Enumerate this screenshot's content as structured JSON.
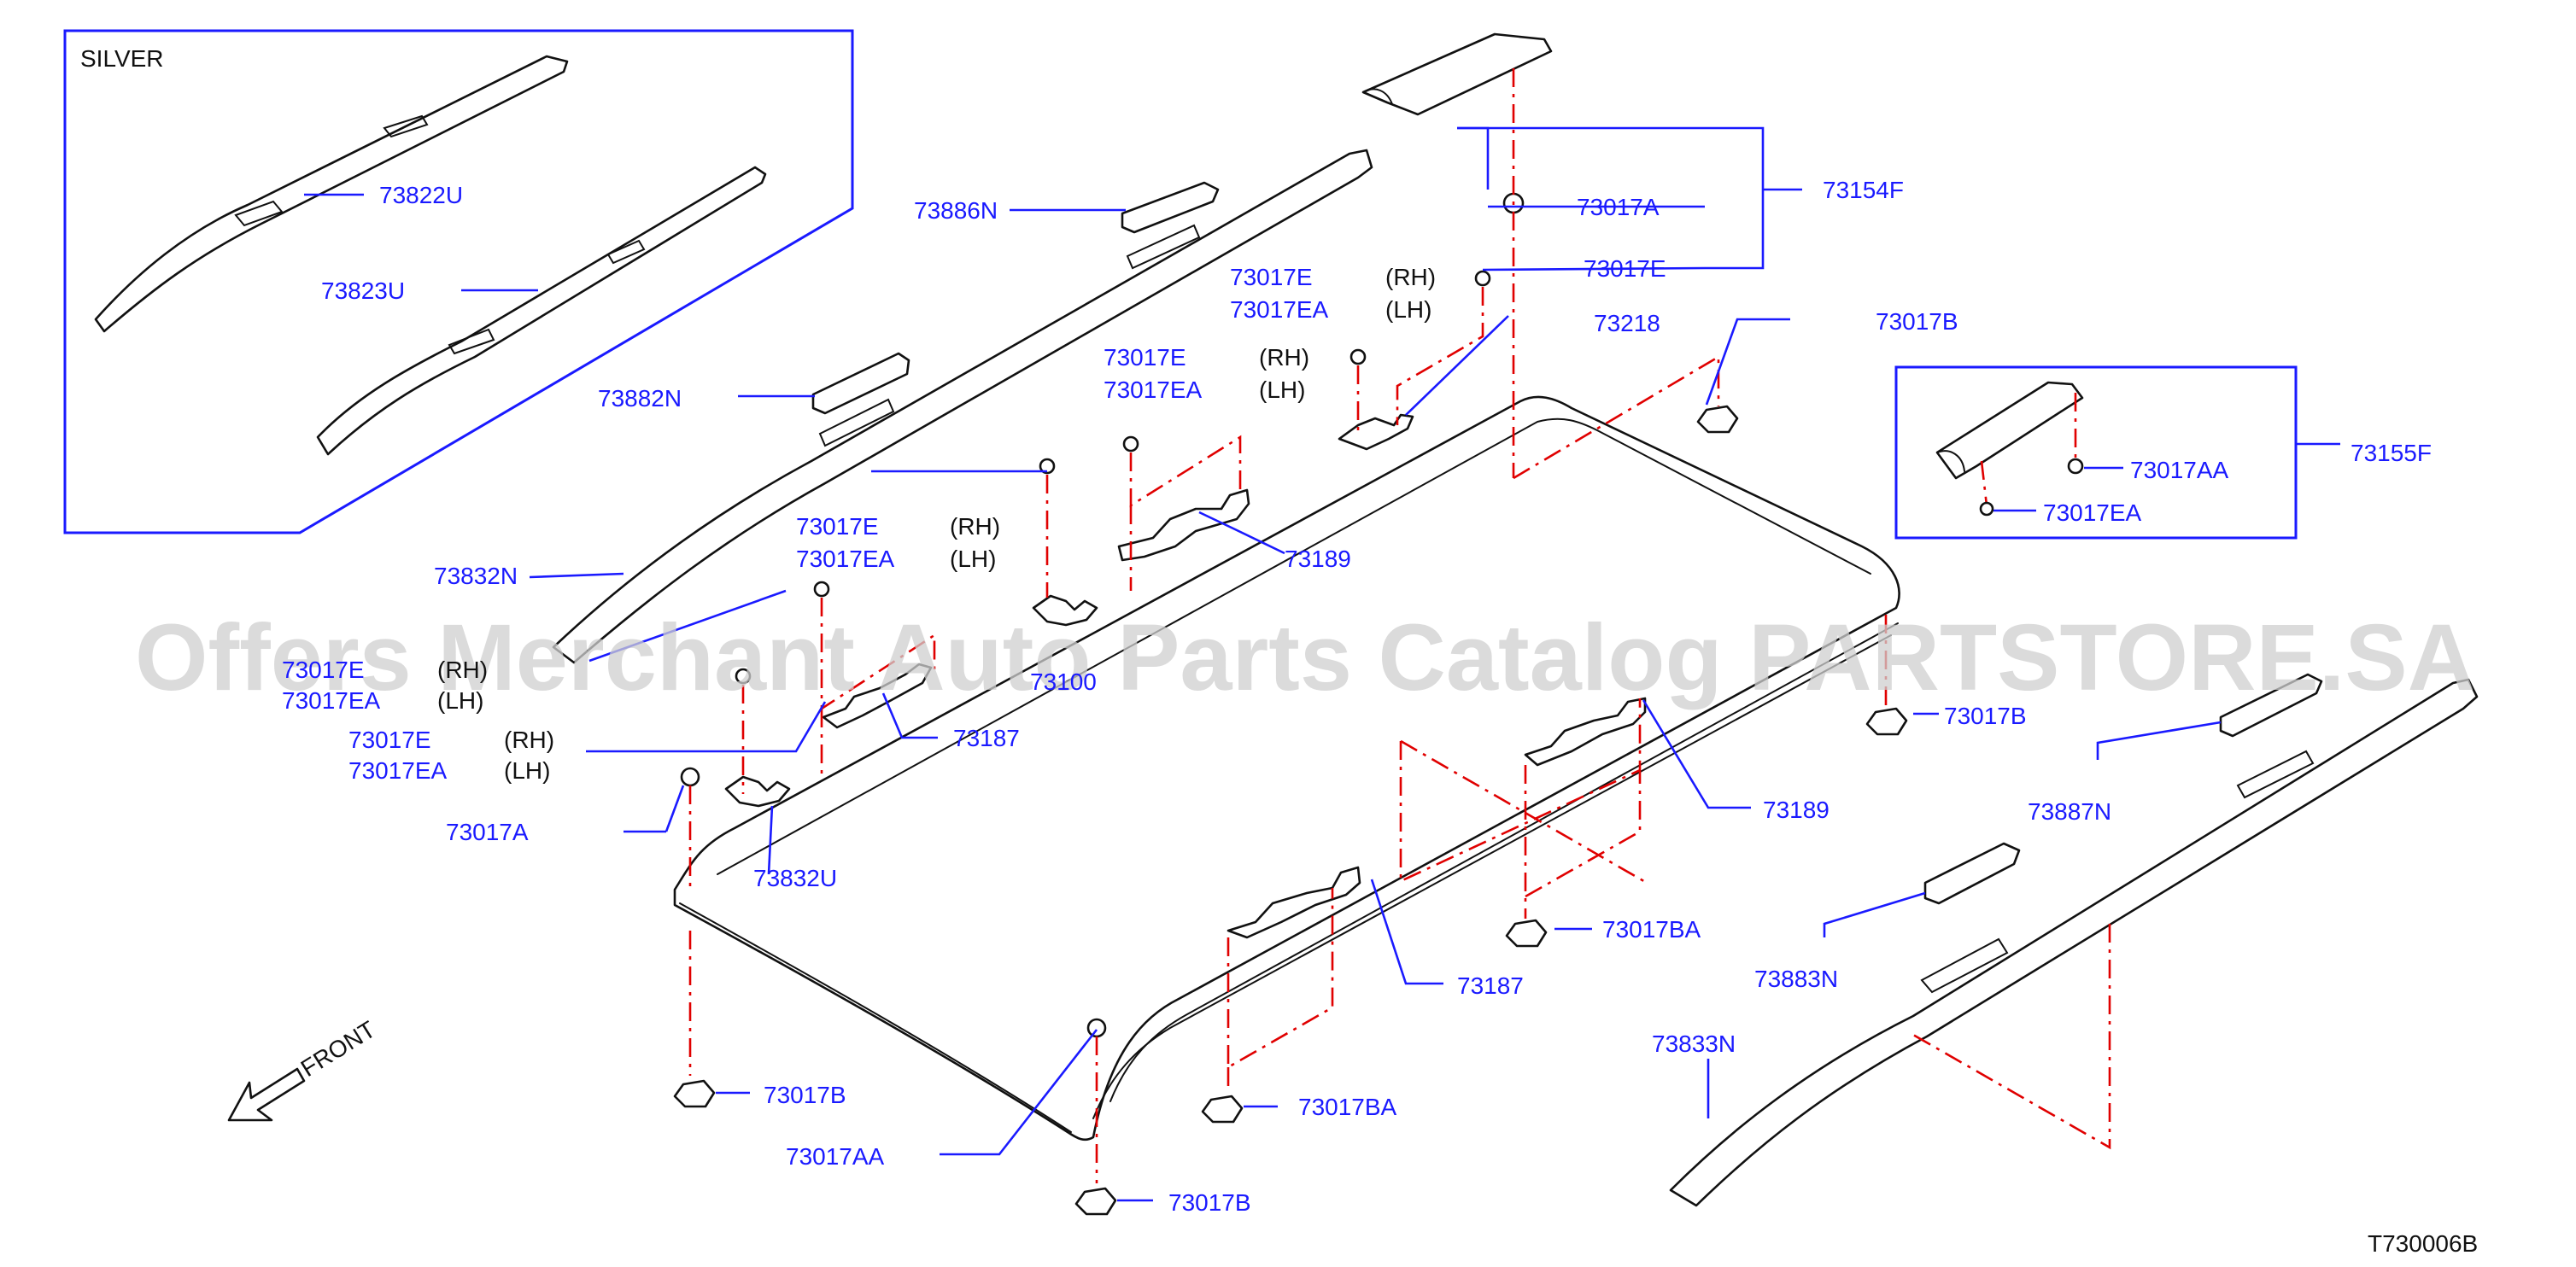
{
  "watermark": "Offers Merchant Auto Parts Catalog PARTSTORE.SA",
  "inset": {
    "title": "SILVER"
  },
  "front_label": "FRONT",
  "diagram_id": "T730006B",
  "labels": [
    "73822U",
    "73823U",
    "73886N",
    "73882N",
    "73832N",
    "73154F",
    "73017A",
    "73017E",
    "73017E",
    "73017EA",
    "(RH)",
    "(LH)",
    "73218",
    "73017B",
    "73155F",
    "73017AA",
    "73017EA",
    "73017E",
    "73017EA",
    "(RH)",
    "(LH)",
    "73189",
    "73017E",
    "73017EA",
    "(RH)",
    "(LH)",
    "73100",
    "73017E",
    "73017EA",
    "(RH)",
    "(LH)",
    "73187",
    "73017E",
    "73017EA",
    "(RH)",
    "(LH)",
    "73017A",
    "73832U",
    "73017B",
    "73887N",
    "73189",
    "73017BA",
    "73883N",
    "73187",
    "73833N",
    "73017B",
    "73017BA",
    "73017AA",
    "73017B"
  ],
  "colors": {
    "label": "#1a1aff",
    "leader": "#1a1aff",
    "centerline": "#e00000",
    "outline": "#111111",
    "watermark": "#cfcfcf"
  }
}
